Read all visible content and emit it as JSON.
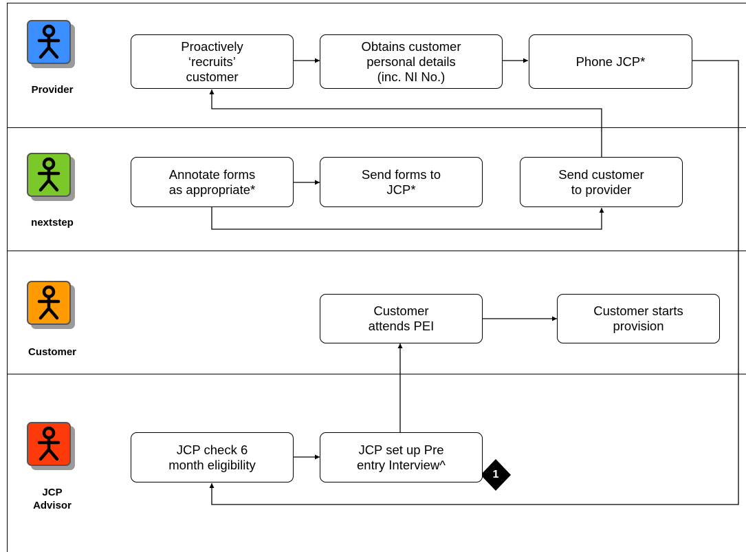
{
  "lanes": [
    {
      "name": "Provider",
      "color": "#3a8eff"
    },
    {
      "name": "nextstep",
      "color": "#7ac82a"
    },
    {
      "name": "Customer",
      "color": "#ff9a00"
    },
    {
      "name": "JCP\nAdvisor",
      "color": "#ff3a0a"
    }
  ],
  "boxes": {
    "recruits": "Proactively\n‘recruits’\ncustomer",
    "obtains": "Obtains customer\npersonal details\n(inc. NI No.)",
    "phone": "Phone JCP*",
    "annotate": "Annotate forms\nas appropriate*",
    "send_forms": "Send forms to\nJCP*",
    "send_customer": "Send customer\nto provider",
    "attends": "Customer\nattends PEI",
    "starts": "Customer starts\nprovision",
    "check": "JCP check 6\nmonth eligibility",
    "setup": "JCP set up Pre\nentry Interview^"
  },
  "marker": {
    "label": "1"
  },
  "icons": {
    "actor": "stick-figure-icon"
  }
}
